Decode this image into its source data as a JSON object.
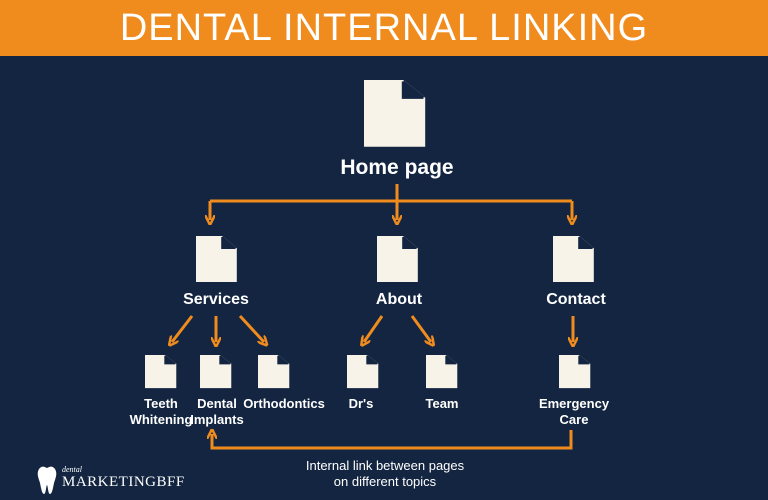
{
  "title": "DENTAL INTERNAL LINKING",
  "root": {
    "label": "Home page",
    "icon": "document-icon"
  },
  "sections": [
    {
      "label": "Services",
      "icon": "document-icon"
    },
    {
      "label": "About",
      "icon": "document-icon"
    },
    {
      "label": "Contact",
      "icon": "document-icon"
    }
  ],
  "pages": {
    "teeth_whitening": "Teeth\nWhitening",
    "dental_implants": "Dental\nImplants",
    "orthodontics": "Orthodontics",
    "drs": "Dr's",
    "team": "Team",
    "emergency_care": "Emergency\nCare"
  },
  "internal_link_note": "Internal link between pages\non different topics",
  "logo": {
    "small": "dental",
    "main": "MARKETINGBFF",
    "icon": "tooth-icon"
  },
  "colors": {
    "banner": "#f08c1e",
    "background": "#132540",
    "arrow": "#f08c1e",
    "document": "#f7f3e8"
  }
}
